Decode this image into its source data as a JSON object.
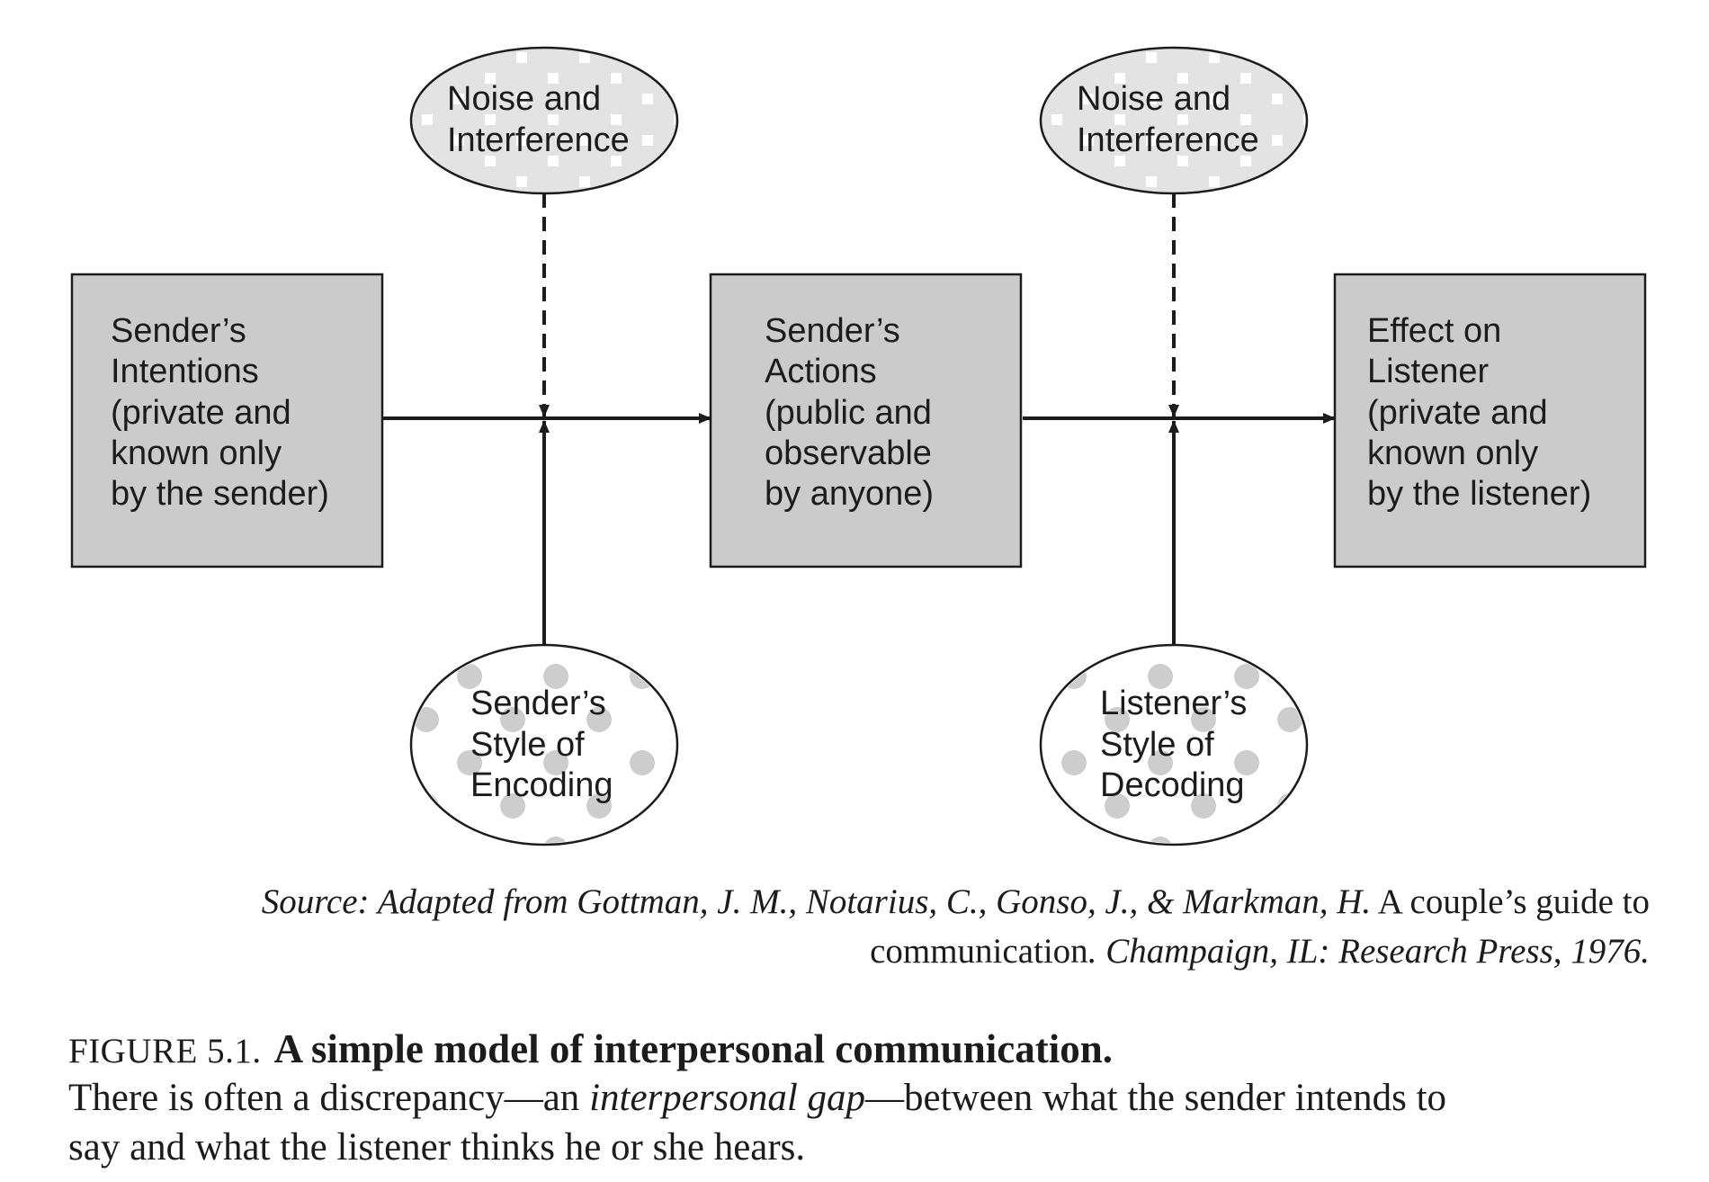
{
  "diagram": {
    "noise_left": [
      "Noise and",
      "Interference"
    ],
    "noise_right": [
      "Noise and",
      "Interference"
    ],
    "box_intentions": [
      "Sender’s",
      "Intentions",
      "(private and",
      "known only",
      "by the sender)"
    ],
    "box_actions": [
      "Sender’s",
      "Actions",
      "(public and",
      "observable",
      "by anyone)"
    ],
    "box_effect": [
      "Effect on",
      "Listener",
      "(private and",
      "known only",
      "by the listener)"
    ],
    "encoding": [
      "Sender’s",
      "Style of",
      "Encoding"
    ],
    "decoding": [
      "Listener’s",
      "Style of",
      "Decoding"
    ]
  },
  "source": {
    "italic_1": "Source: Adapted from Gottman, J. M., Notarius, C., Gonso, J., & Markman, H.",
    "title_1": " A couple’s guide to",
    "title_2": "communication",
    "italic_2": ". Champaign, IL: Research Press, 1976."
  },
  "caption": {
    "label": "FIGURE 5.1.",
    "title": "A simple model of interpersonal communication.",
    "body_1a": "There is often a discrepancy—an ",
    "body_1b": "interpersonal gap",
    "body_1c": "—between what the sender intends to",
    "body_2": "say and what the listener thinks he or she hears."
  },
  "colors": {
    "box_fill": "#cbcbcb",
    "ellipse_fill": "#e3e3e3",
    "dot": "#cdcdcd",
    "stroke": "#1c1c1c"
  }
}
